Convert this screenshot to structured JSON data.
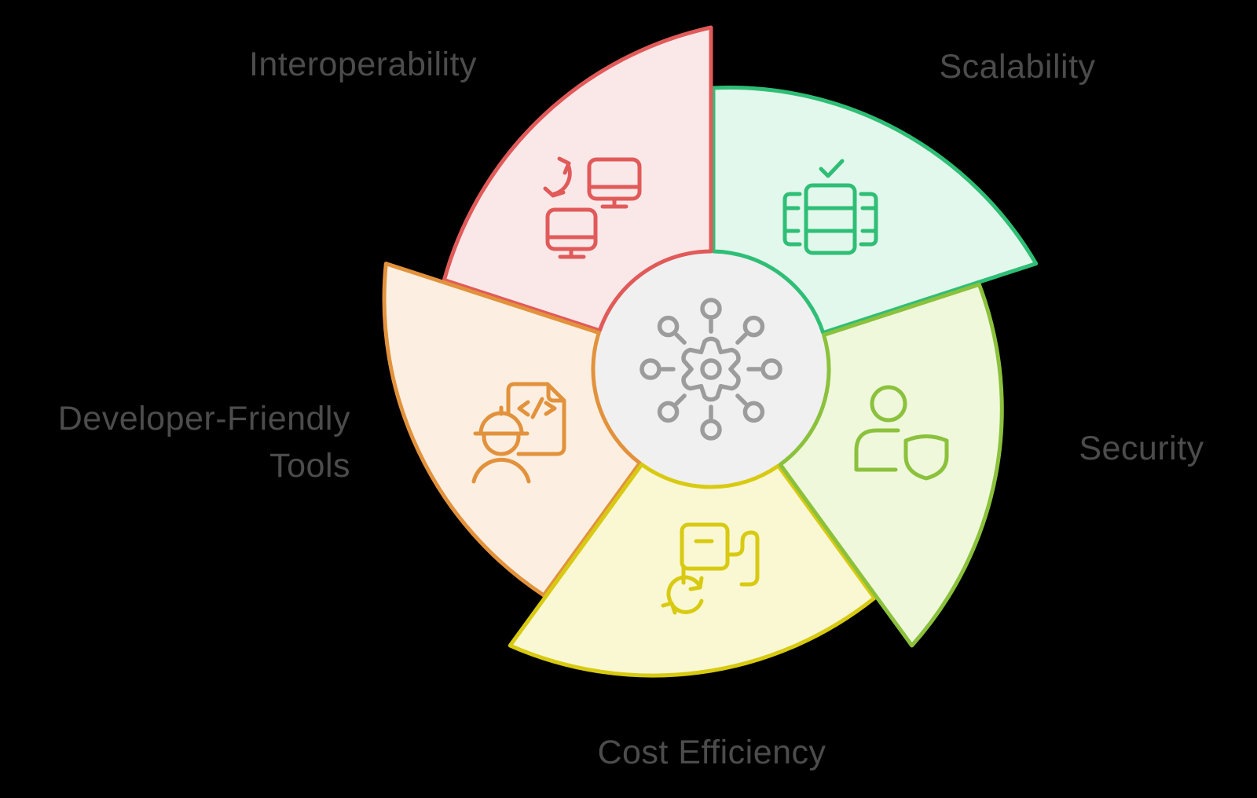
{
  "background_color": "#000000",
  "label_color": "#4C4C4C",
  "diagram": {
    "type": "pinwheel-cycle",
    "center": {
      "icon": "hub-network-gear-icon",
      "fill": "#F0F0F0",
      "icon_color": "#9C9C9C"
    },
    "petals": [
      {
        "id": "interoperability",
        "label": "Interoperability",
        "stroke": "#E15A5A",
        "fill": "#FAE8E8",
        "icon": "monitors-sync-icon"
      },
      {
        "id": "scalability",
        "label": "Scalability",
        "stroke": "#2FBE76",
        "fill": "#E3F8EC",
        "icon": "server-check-icon"
      },
      {
        "id": "security",
        "label": "Security",
        "stroke": "#8BC13C",
        "fill": "#EFF8DB",
        "icon": "user-shield-icon"
      },
      {
        "id": "cost-efficiency",
        "label": "Cost Efficiency",
        "stroke": "#D8CA12",
        "fill": "#FAF8D2",
        "icon": "fuel-pump-refresh-icon"
      },
      {
        "id": "developer-friendly-tools",
        "label": "Developer-Friendly Tools",
        "stroke": "#E2923C",
        "fill": "#FCEFE1",
        "icon": "engineer-code-document-icon"
      }
    ]
  }
}
